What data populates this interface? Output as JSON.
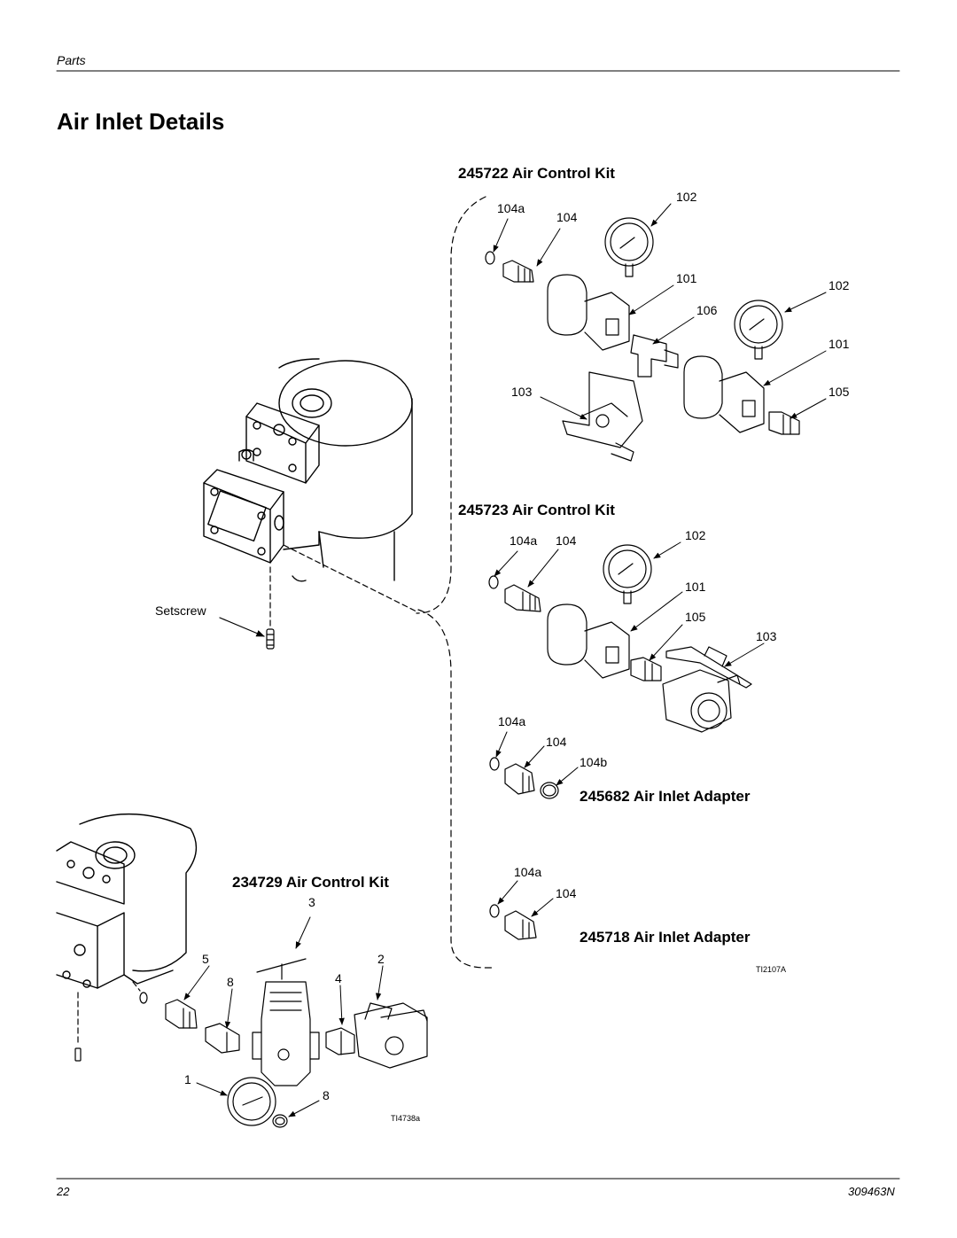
{
  "header": {
    "section": "Parts",
    "title": "Air Inlet Details"
  },
  "kits": {
    "k245722": {
      "title": "245722 Air Control Kit",
      "callouts": [
        "104a",
        "104",
        "102",
        "101",
        "106",
        "102",
        "101",
        "103",
        "105"
      ]
    },
    "k245723": {
      "title": "245723 Air Control Kit",
      "callouts": [
        "104a",
        "104",
        "102",
        "101",
        "105",
        "103"
      ]
    },
    "k245682": {
      "title": "245682 Air Inlet Adapter",
      "callouts": [
        "104a",
        "104",
        "104b"
      ]
    },
    "k245718": {
      "title": "245718 Air Inlet Adapter",
      "callouts": [
        "104a",
        "104"
      ],
      "figure_id": "TI2107A"
    },
    "k234729": {
      "title": "234729 Air Control Kit",
      "callouts": [
        "3",
        "5",
        "2",
        "8",
        "4",
        "1",
        "8"
      ],
      "figure_id": "TI4738a"
    }
  },
  "pump": {
    "setscrew_label": "Setscrew"
  },
  "footer": {
    "page_number": "22",
    "doc_number": "309463N"
  }
}
